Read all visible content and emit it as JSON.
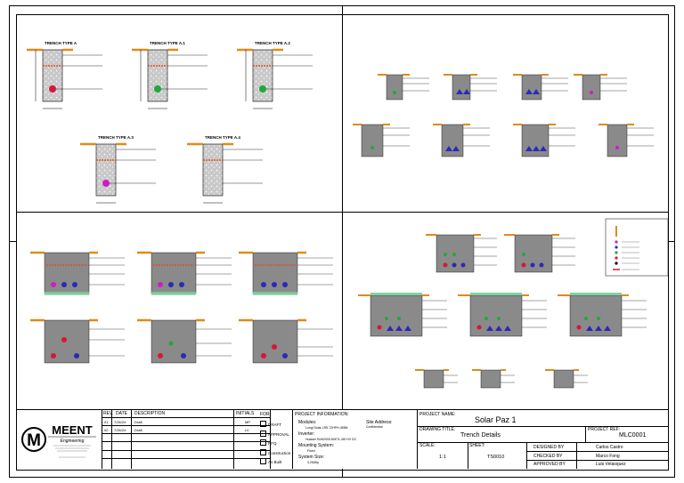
{
  "quad_tl": {
    "titles": [
      "TRENCH TYPE A",
      "TRENCH TYPE A.1",
      "TRENCH TYPE A.2",
      "TRENCH TYPE A.3",
      "TRENCH TYPE A.4"
    ]
  },
  "company": {
    "name": "MEENT",
    "sub": "Engineering"
  },
  "revisions": {
    "headers": [
      "REV.",
      "DATE",
      "DESCRIPTION",
      "INITIALS"
    ],
    "rows": [
      [
        "01",
        "7/26/24",
        "Draft",
        "MP"
      ],
      [
        "02",
        "7/26/24",
        "Draft",
        "LV"
      ]
    ]
  },
  "for": {
    "label": "FOR:",
    "options": [
      "DRAFT",
      "APPROVAL",
      "RFQ",
      "Construction",
      "As Built"
    ]
  },
  "project_info": {
    "label": "PROJECT INFORMATION:",
    "modules_label": "Modules:",
    "modules_value": "Longi Solar LR5-72HPH-455M",
    "inverter_label": "Inverter:",
    "inverter_value": "Huawei SUN2000-60KTL-M0 HV DC",
    "mounting_label": "Mounting System:",
    "mounting_value": "Fixed",
    "size_label": "System Size:",
    "size_value": "4.2MWp",
    "site_label": "Site Address:",
    "site_value": "Confidential"
  },
  "project": {
    "name_label": "PROJECT NAME:",
    "name": "Solar Paz 1",
    "drawing_title_label": "DRAWING TITLE:",
    "drawing_title": "Trench Details",
    "ref_label": "PROJECT REF:",
    "ref": "MLC0001",
    "scale_label": "SCALE:",
    "scale": "1:1",
    "sheet_label": "SHEET:",
    "sheet": "TS0010",
    "designed_label": "DESIGNED BY",
    "designed": "Carlos Castro",
    "checked_label": "CHECKED BY",
    "checked": "Marco Fong",
    "approved_label": "APPROVED BY",
    "approved": "Luis Velasquez"
  }
}
